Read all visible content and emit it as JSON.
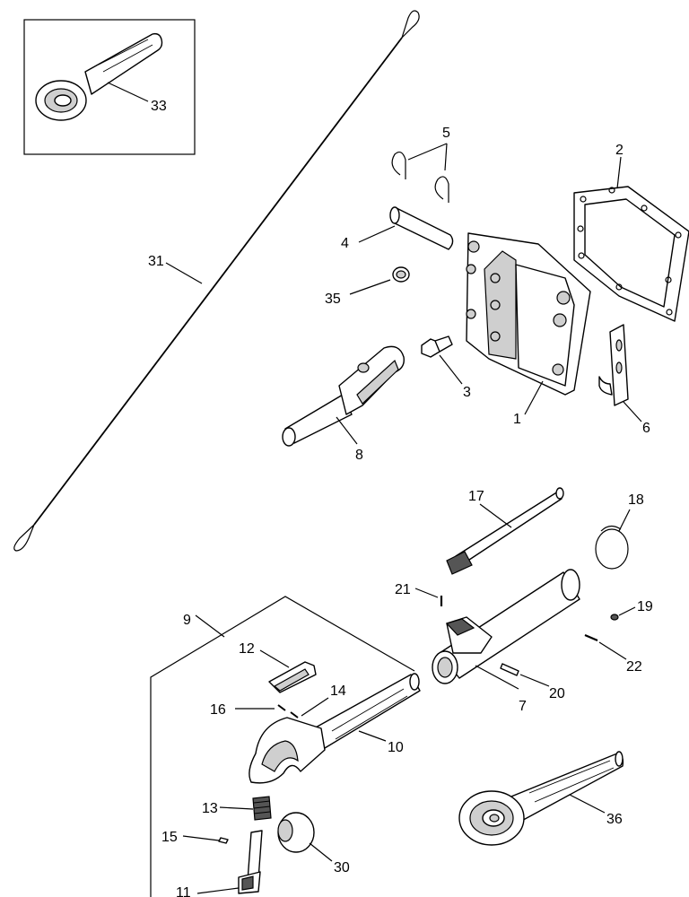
{
  "diagram": {
    "callouts": {
      "c1": "1",
      "c2": "2",
      "c3": "3",
      "c4": "4",
      "c5": "5",
      "c6": "6",
      "c7": "7",
      "c8": "8",
      "c9": "9",
      "c10": "10",
      "c11": "11",
      "c12": "12",
      "c13": "13",
      "c14": "14",
      "c15": "15",
      "c16": "16",
      "c17": "17",
      "c18": "18",
      "c19": "19",
      "c20": "20",
      "c21": "21",
      "c22": "22",
      "c30": "30",
      "c31": "31",
      "c33": "33",
      "c35": "35",
      "c36": "36"
    }
  }
}
